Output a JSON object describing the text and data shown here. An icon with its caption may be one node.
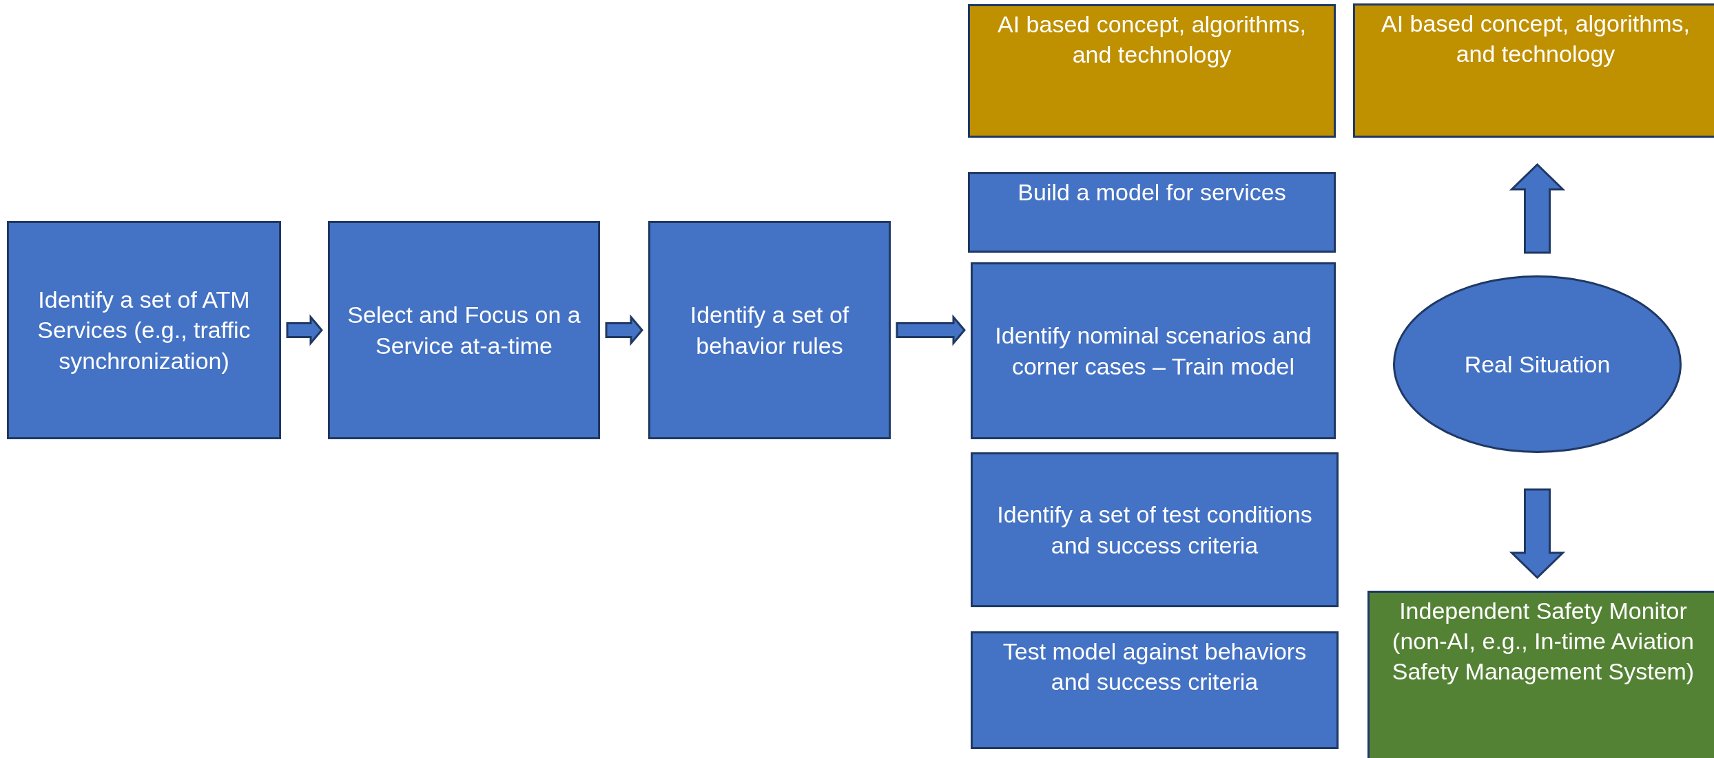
{
  "diagram": {
    "nodes": [
      {
        "text": [
          "Identify a set of ATM Services (e.g., traffic synchronization)"
        ]
      },
      {
        "text": [
          "Select and Focus on a Service at-a-time"
        ]
      },
      {
        "text": [
          "Identify a set of behavior rules"
        ]
      },
      {
        "text": [
          "AI based concept, algorithms, and technology"
        ]
      },
      {
        "text": [
          "Build a model for services"
        ]
      },
      {
        "text": [
          "Identify nominal scenarios and corner cases – Train model"
        ]
      },
      {
        "text": [
          "Identify a set of test conditions and success criteria"
        ]
      },
      {
        "text": [
          "Test model against behaviors and success criteria"
        ]
      },
      {
        "text": [
          "AI based concept, algorithms, and technology"
        ]
      },
      {
        "text": [
          "Real Situation"
        ]
      },
      {
        "text": [
          "Independent Safety Monitor (non-AI, e.g., In-time Aviation Safety Management System)"
        ]
      }
    ],
    "edges": [
      {
        "from": 0,
        "to": 1,
        "arrow": "to"
      },
      {
        "from": 1,
        "to": 2,
        "arrow": "to"
      },
      {
        "from": 2,
        "to": 5,
        "arrow": "to"
      },
      {
        "from": 9,
        "to": 8,
        "arrow": "to"
      },
      {
        "from": 9,
        "to": 10,
        "arrow": "to"
      }
    ]
  }
}
